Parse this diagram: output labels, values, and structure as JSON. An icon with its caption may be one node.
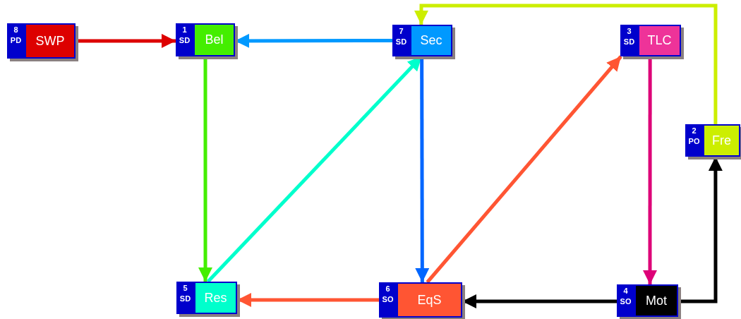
{
  "diagram": {
    "nodes": [
      {
        "text": [
          "8",
          "PD",
          "SWP"
        ]
      },
      {
        "text": [
          "1",
          "SD",
          "Bel"
        ]
      },
      {
        "text": [
          "7",
          "SD",
          "Sec"
        ]
      },
      {
        "text": [
          "3",
          "SD",
          "TLC"
        ]
      },
      {
        "text": [
          "2",
          "PO",
          "Fre"
        ]
      },
      {
        "text": [
          "5",
          "SD",
          "Res"
        ]
      },
      {
        "text": [
          "6",
          "SO",
          "EqS"
        ]
      },
      {
        "text": [
          "4",
          "SO",
          "Mot"
        ]
      }
    ],
    "edges": [
      {
        "from": 0,
        "to": 1,
        "arrow": "to",
        "color": "#dd0000"
      },
      {
        "from": 2,
        "to": 1,
        "arrow": "to",
        "color": "#0099ff"
      },
      {
        "from": 1,
        "to": 5,
        "arrow": "to",
        "color": "#44ee00"
      },
      {
        "from": 5,
        "to": 2,
        "arrow": "to",
        "color": "#00ffcc"
      },
      {
        "from": 2,
        "to": 6,
        "arrow": "to",
        "color": "#0066ff"
      },
      {
        "from": 6,
        "to": 3,
        "arrow": "to",
        "color": "#ff5533"
      },
      {
        "from": 3,
        "to": 7,
        "arrow": "to",
        "color": "#dd0077"
      },
      {
        "from": 6,
        "to": 5,
        "arrow": "to",
        "color": "#ff5533"
      },
      {
        "from": 7,
        "to": 6,
        "arrow": "to",
        "color": "#000000"
      },
      {
        "from": 7,
        "to": 4,
        "arrow": "to",
        "color": "#000000"
      },
      {
        "from": 4,
        "to": 2,
        "arrow": "to",
        "color": "#ccee00"
      }
    ]
  }
}
